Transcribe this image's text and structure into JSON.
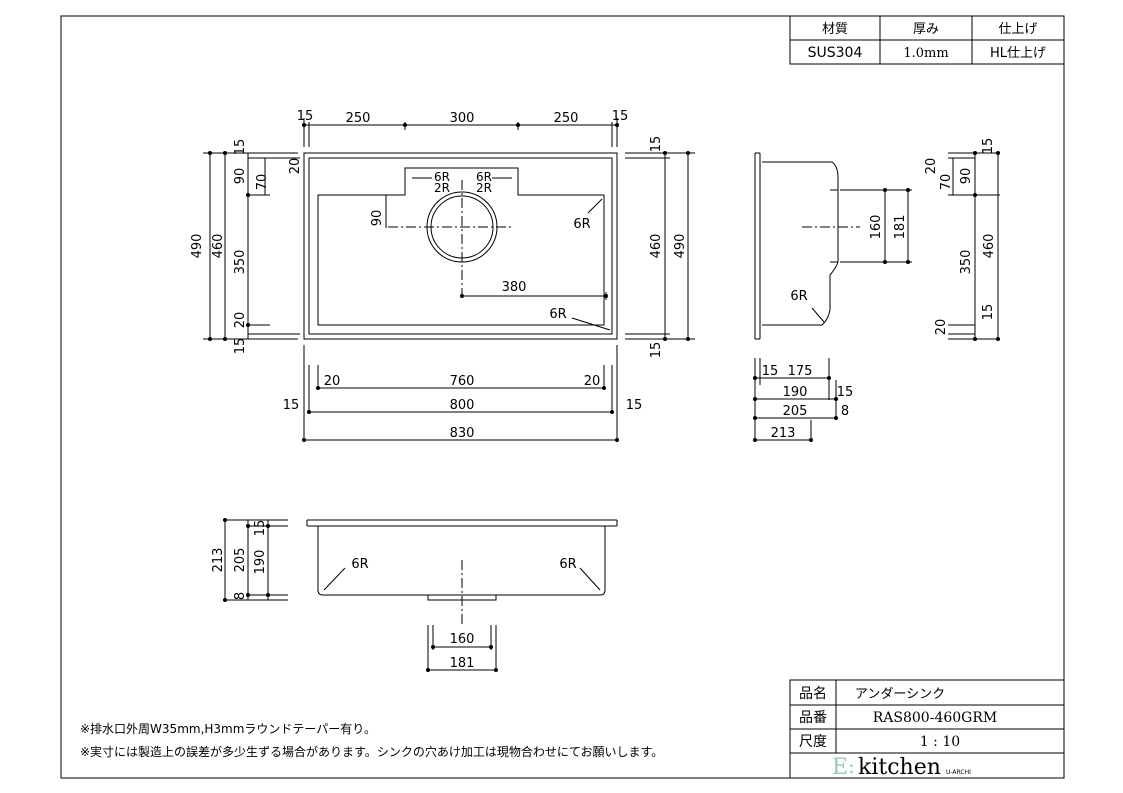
{
  "material_table": {
    "headers": [
      "材質",
      "厚み",
      "仕上げ"
    ],
    "values": [
      "SUS304",
      "1.0mm",
      "HL仕上げ"
    ]
  },
  "top_view": {
    "top_dims": [
      "15",
      "250",
      "300",
      "250",
      "15"
    ],
    "left_dims": [
      "15",
      "20",
      "90",
      "70",
      "460",
      "350",
      "490",
      "20",
      "15"
    ],
    "right_dims": [
      "15",
      "460",
      "490",
      "15"
    ],
    "inner_labels": [
      "6R",
      "2R",
      "6R",
      "2R",
      "90",
      "6R",
      "380",
      "6R"
    ],
    "bottom_dims": [
      "20",
      "760",
      "20",
      "15",
      "800",
      "15",
      "830"
    ]
  },
  "side_view": {
    "right_dims": [
      "160",
      "181"
    ],
    "inner_label": "6R",
    "bottom_dims": [
      "15",
      "175",
      "190",
      "15",
      "205",
      "8",
      "213"
    ],
    "far_dims": [
      "20",
      "15",
      "70",
      "90",
      "460",
      "350",
      "15",
      "20"
    ]
  },
  "front_view": {
    "left_dims": [
      "213",
      "205",
      "190",
      "15",
      "8"
    ],
    "inner_labels": [
      "6R",
      "6R"
    ],
    "bottom_dims": [
      "160",
      "181"
    ]
  },
  "title_block": {
    "name_label": "品名",
    "name_value": "アンダーシンク",
    "number_label": "品番",
    "number_value": "RAS800-460GRM",
    "scale_label": "尺度",
    "scale_value": "1 : 10",
    "logo_e": "E",
    "logo_colon": ":",
    "logo_kitchen": "kitchen",
    "logo_sub": "U-ARCHI"
  },
  "notes": [
    "※排水口外周W35mm,H3mmラウンドテーパー有り。",
    "※実寸には製造上の誤差が多少生ずる場合があります。シンクの穴あけ加工は現物合わせにてお願いします。"
  ]
}
